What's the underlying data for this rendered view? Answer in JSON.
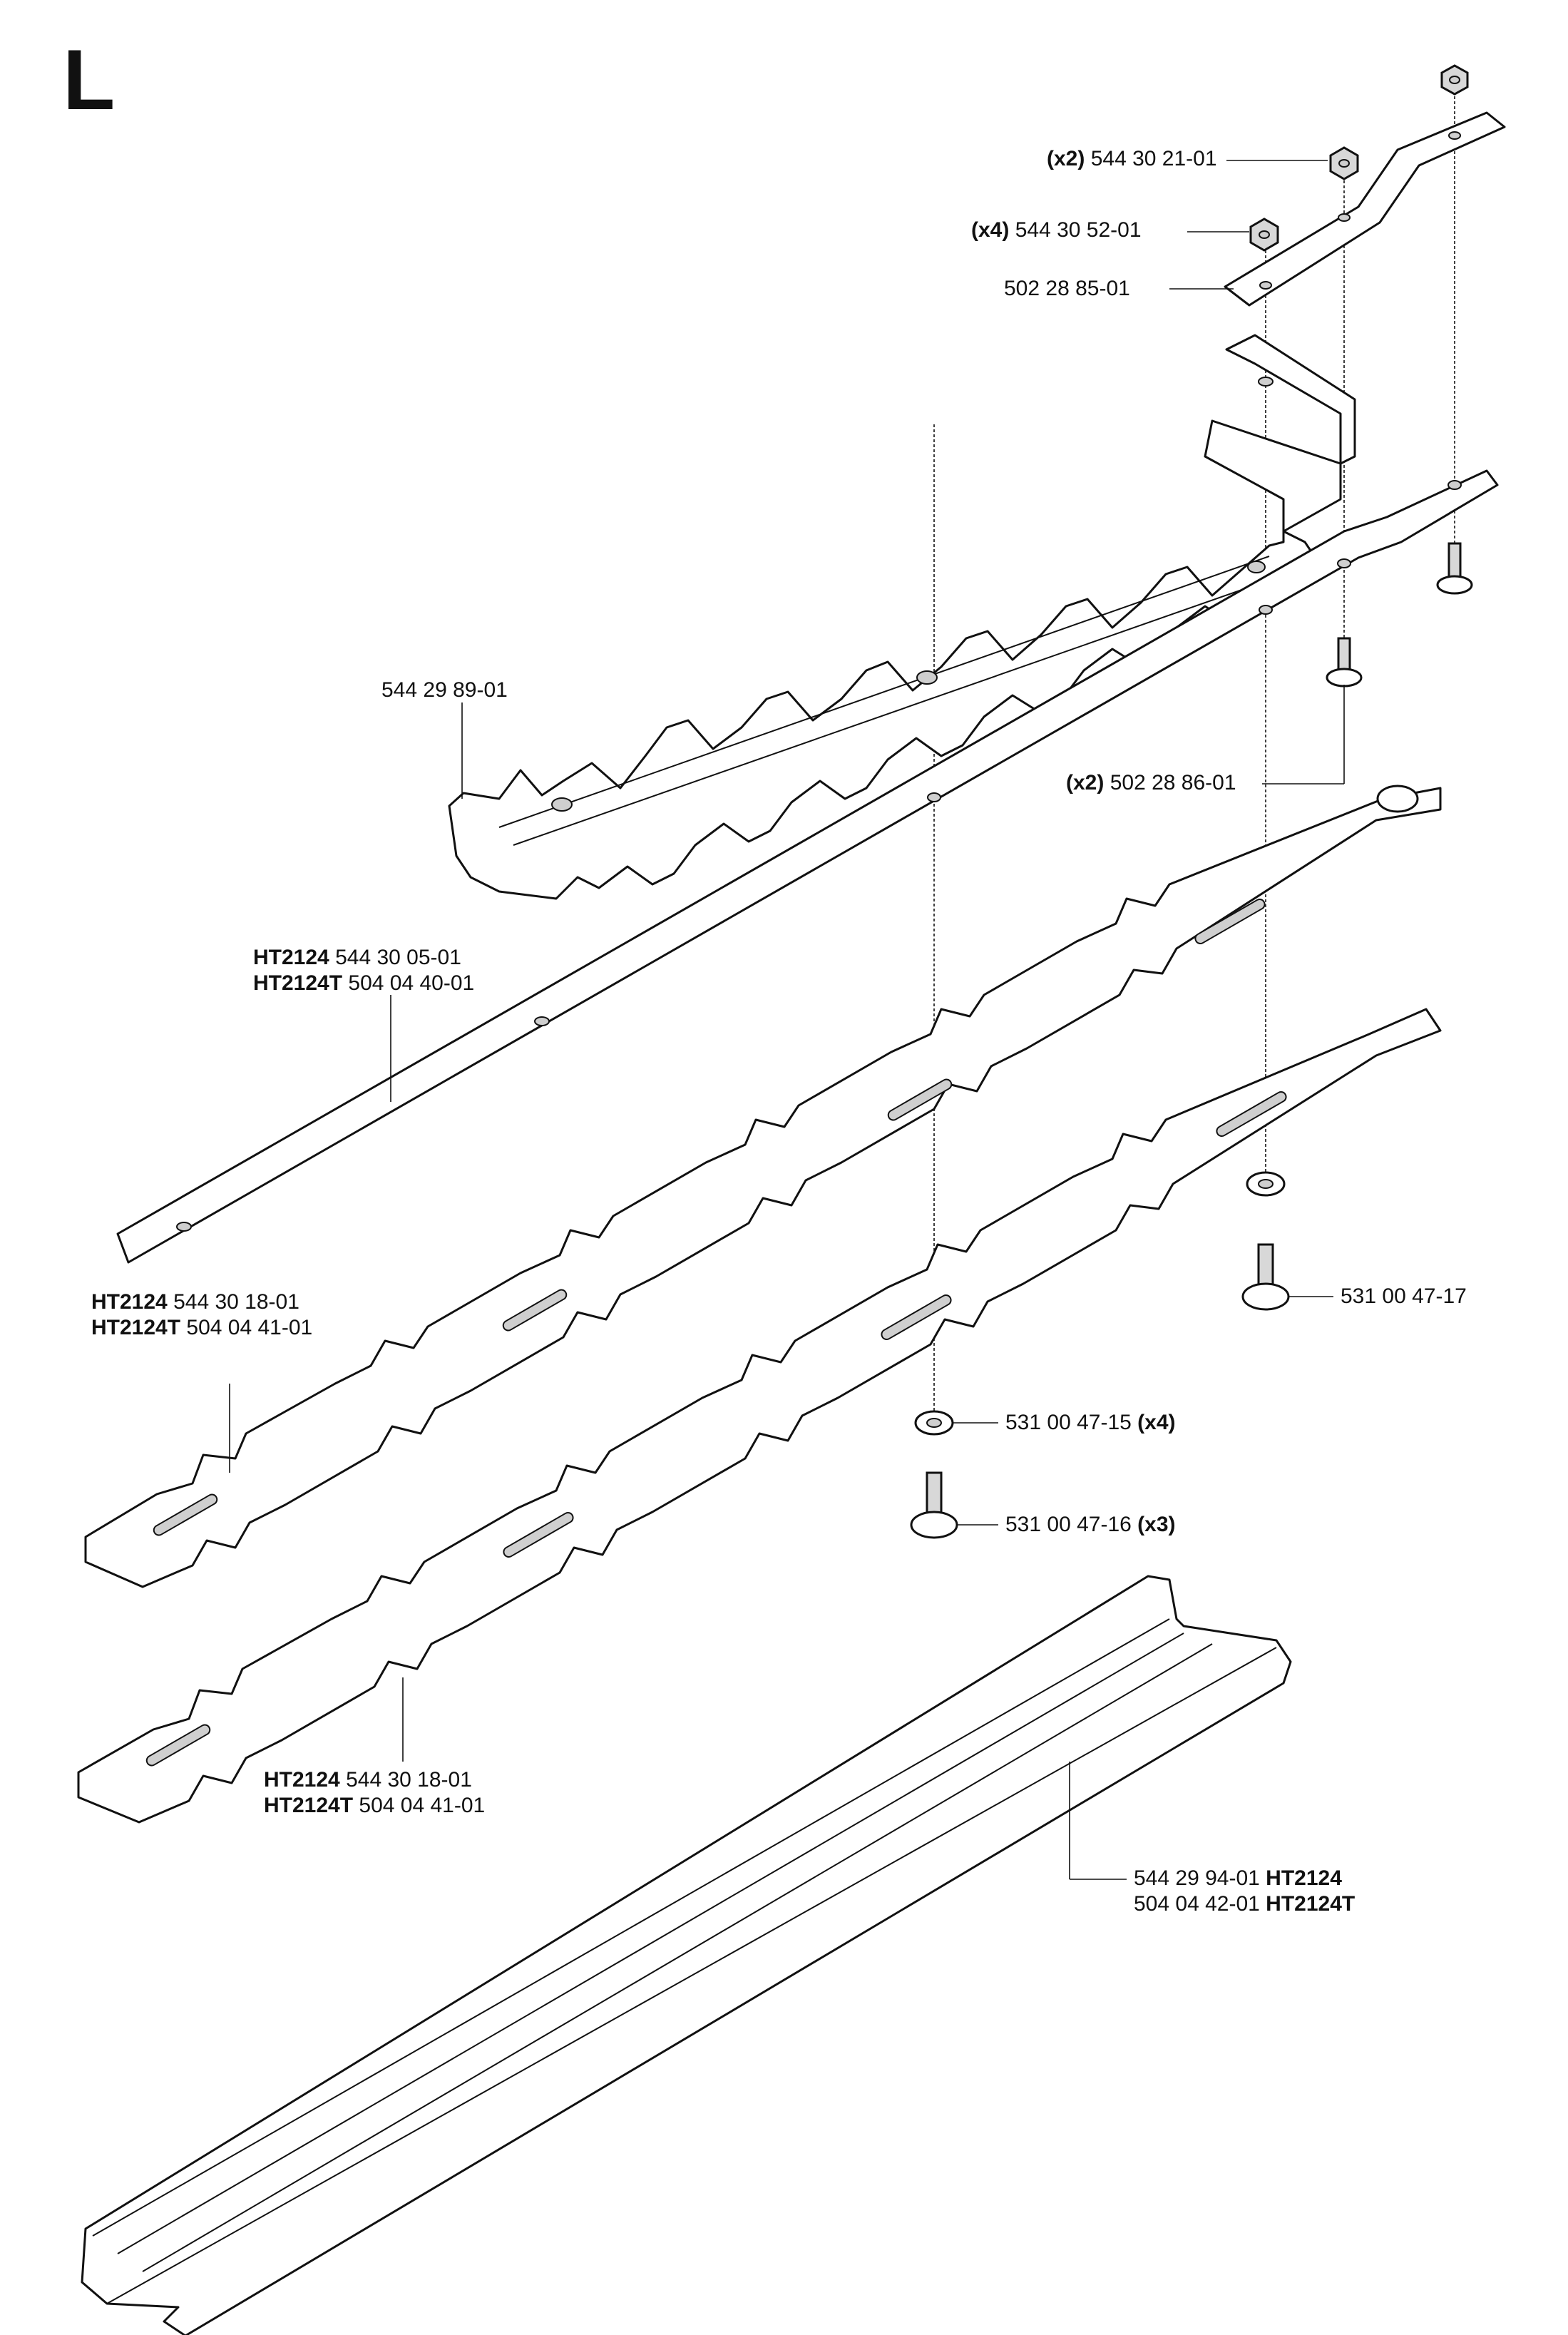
{
  "page_letter": "L",
  "labels": {
    "nut_x2": {
      "qty": "(x2)",
      "part": "544 30 21-01"
    },
    "nut_x4": {
      "qty": "(x4)",
      "part": "544 30 52-01"
    },
    "bracket": {
      "part": "502 28 85-01"
    },
    "guide_plate": {
      "part": "544 29 89-01"
    },
    "screw_x2": {
      "qty": "(x2)",
      "part": "502 28 86-01"
    },
    "bar": {
      "line1_model": "HT2124",
      "line1_part": "544 30 05-01",
      "line2_model": "HT2124T",
      "line2_part": "504 04 40-01"
    },
    "blade_upper": {
      "line1_model": "HT2124",
      "line1_part": "544 30 18-01",
      "line2_model": "HT2124T",
      "line2_part": "504 04 41-01"
    },
    "screw_single": {
      "part": "531 00 47-17"
    },
    "washer_x4": {
      "part": "531 00 47-15",
      "qty": "(x4)"
    },
    "screw_x3": {
      "part": "531 00 47-16",
      "qty": "(x3)"
    },
    "blade_lower": {
      "line1_model": "HT2124",
      "line1_part": "544 30 18-01",
      "line2_model": "HT2124T",
      "line2_part": "504 04 41-01"
    },
    "guard": {
      "line1_part": "544 29 94-01",
      "line1_model": "HT2124",
      "line2_part": "504 04 42-01",
      "line2_model": "HT2124T"
    }
  }
}
